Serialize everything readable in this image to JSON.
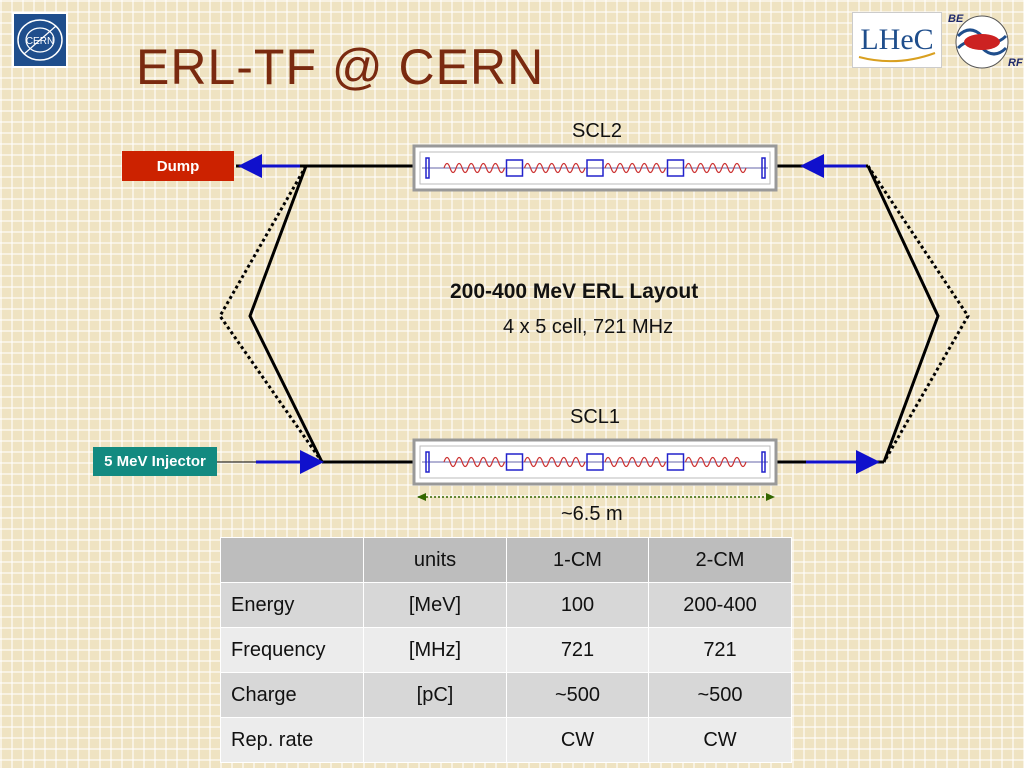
{
  "slide": {
    "title": "ERL-TF @ CERN",
    "logos": {
      "cern_text": "CERN",
      "lhec_text": "LHeC",
      "be_text": "BE",
      "rf_text": "RF"
    }
  },
  "diagram": {
    "scl2_label": "SCL2",
    "scl1_label": "SCL1",
    "layout_title": "200-400 MeV ERL Layout",
    "layout_subtitle": "4 x 5 cell, 721 MHz",
    "dump_label": "Dump",
    "injector_label": "5 MeV Injector",
    "length_label": "~6.5 m",
    "colors": {
      "dump_box": "#cc2200",
      "injector_box": "#138a80",
      "arrow": "#1010cc",
      "beamline": "#000000",
      "cavity_coil": "#cc3333",
      "length_arrow": "#336600"
    }
  },
  "table": {
    "headers": [
      "",
      "units",
      "1-CM",
      "2-CM"
    ],
    "rows": [
      [
        "Energy",
        "[MeV]",
        "100",
        "200-400"
      ],
      [
        "Frequency",
        "[MHz]",
        "721",
        "721"
      ],
      [
        "Charge",
        "[pC]",
        "~500",
        "~500"
      ],
      [
        "Rep. rate",
        "",
        "CW",
        "CW"
      ]
    ]
  }
}
